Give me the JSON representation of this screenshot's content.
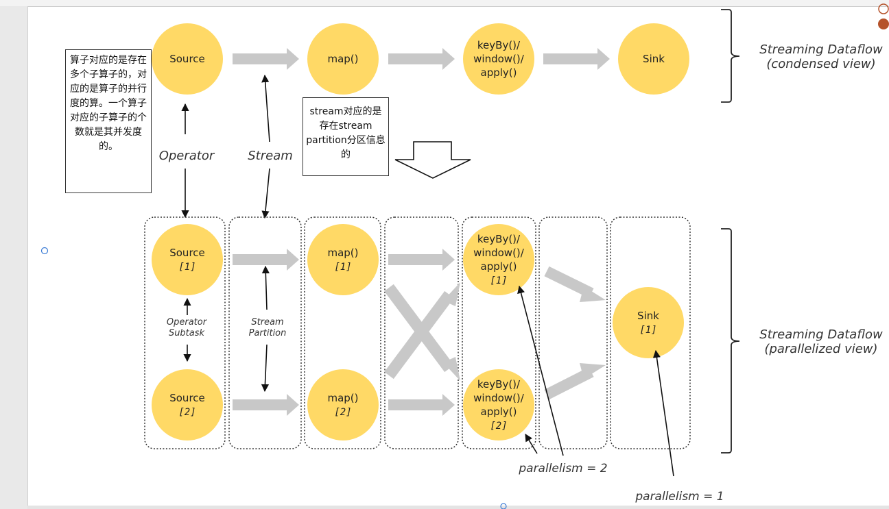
{
  "condensed": {
    "nodes": [
      "Source",
      "map()",
      "keyBy()/\nwindow()/\napply()",
      "Sink"
    ],
    "label_operator": "Operator",
    "label_stream": "Stream",
    "caption_line1": "Streaming Dataflow",
    "caption_line2": "(condensed view)"
  },
  "parallel": {
    "nodes": [
      {
        "name": "Source",
        "index": "[1]"
      },
      {
        "name": "Source",
        "index": "[2]"
      },
      {
        "name": "map()",
        "index": "[1]"
      },
      {
        "name": "map()",
        "index": "[2]"
      },
      {
        "name": "keyBy()/\nwindow()/\napply()",
        "index": "[1]"
      },
      {
        "name": "keyBy()/\nwindow()/\napply()",
        "index": "[2]"
      },
      {
        "name": "Sink",
        "index": "[1]"
      }
    ],
    "label_subtask": "Operator\nSubtask",
    "label_partition": "Stream\nPartition",
    "caption_line1": "Streaming Dataflow",
    "caption_line2": "(parallelized view)",
    "parallelism_2": "parallelism = 2",
    "parallelism_1": "parallelism = 1"
  },
  "notes": {
    "operator_note": "算子对应的是存在多个子算子的，对应的是算子的并行度的算。一个算子对应的子算子的个数就是其并发度的。",
    "stream_note": "stream对应的是存在stream partition分区信息的"
  },
  "colors": {
    "node_fill": "#FFD966",
    "arrow_gray": "#C8C8C8"
  }
}
